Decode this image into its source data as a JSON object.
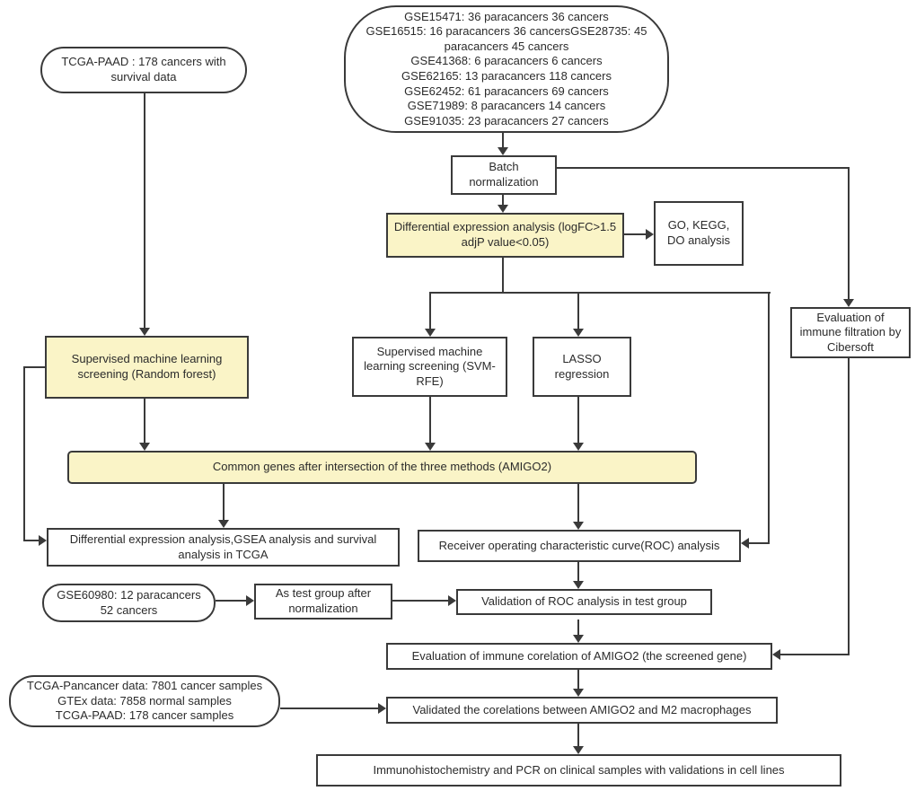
{
  "colors": {
    "background": "#ffffff",
    "border": "#3a3a3a",
    "box_fill": "#ffffff",
    "highlight_fill": "#faf4c7",
    "text": "#2b2b2b"
  },
  "nodes": {
    "gse_datasets": {
      "lines": [
        "GSE15471:  36 paracancers 36 cancers",
        "GSE16515: 16 paracancers 36 cancersGSE28735: 45",
        "paracancers 45 cancers",
        "GSE41368: 6 paracancers 6 cancers",
        "GSE62165: 13 paracancers 118 cancers",
        "GSE62452:  61 paracancers 69 cancers",
        "GSE71989: 8 paracancers 14 cancers",
        "GSE91035: 23 paracancers 27 cancers"
      ]
    },
    "tcga_paad": {
      "text": "TCGA-PAAD : 178 cancers with survival data"
    },
    "batch_norm": {
      "text": "Batch normalization"
    },
    "dea": {
      "text": "Differential expression analysis (logFC>1.5 adjP value<0.05)"
    },
    "go_kegg": {
      "text": "GO, KEGG, DO analysis"
    },
    "cibersoft": {
      "text": "Evaluation of immune filtration by Cibersoft"
    },
    "random_forest": {
      "text": "Supervised machine learning screening (Random forest)"
    },
    "svm_rfe": {
      "text": "Supervised machine learning screening (SVM-RFE)"
    },
    "lasso": {
      "text": "LASSO regression"
    },
    "common_genes": {
      "text": "Common genes after intersection of the three methods (AMIGO2)"
    },
    "gsea_survival": {
      "text": "Differential expression analysis,GSEA analysis and survival analysis in TCGA"
    },
    "roc": {
      "text": "Receiver operating characteristic curve(ROC) analysis"
    },
    "gse60980": {
      "text": "GSE60980: 12 paracancers 52 cancers"
    },
    "test_group": {
      "text": "As test group after normalization"
    },
    "validation_roc": {
      "text": "Validation of ROC analysis in test group"
    },
    "immune_correlation": {
      "text": "Evaluation of immune corelation of AMIGO2 (the screened gene)"
    },
    "pancancer": {
      "lines": [
        "TCGA-Pancancer data: 7801 cancer samples",
        "GTEx data: 7858 normal samples",
        "TCGA-PAAD: 178 cancer samples"
      ]
    },
    "validated_m2": {
      "text": "Validated the corelations between AMIGO2 and M2 macrophages"
    },
    "ihc_pcr": {
      "text": "Immunohistochemistry and PCR on clinical samples with validations in cell lines"
    }
  }
}
